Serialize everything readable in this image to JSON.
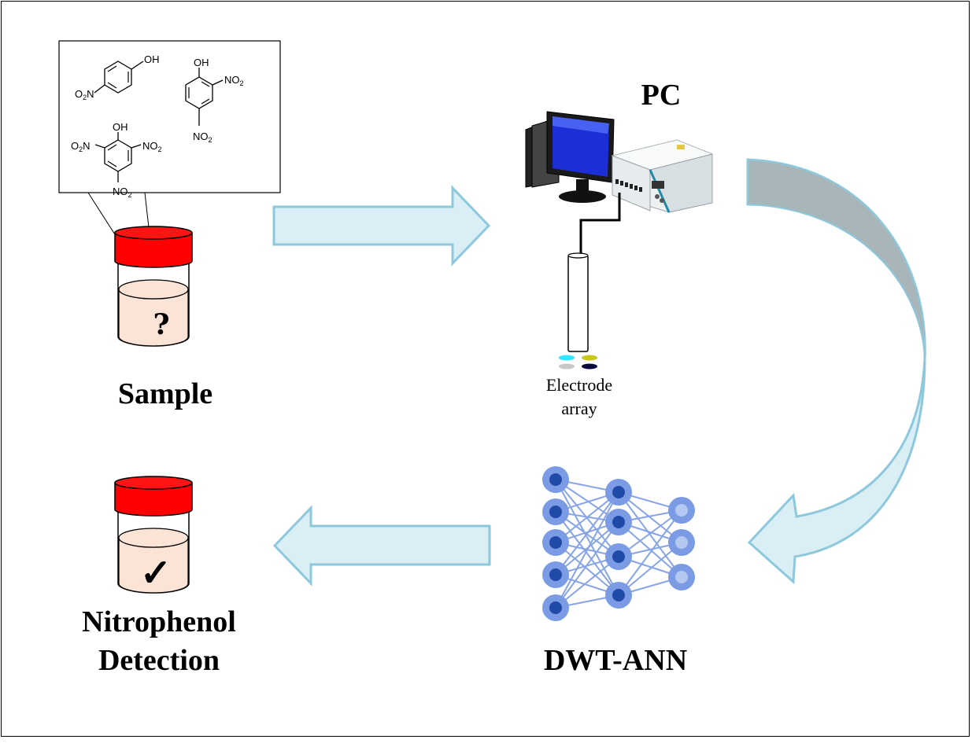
{
  "labels": {
    "sample": "Sample",
    "pc": "PC",
    "electrode_line1": "Electrode",
    "electrode_line2": "array",
    "dwt_ann": "DWT-ANN",
    "detection_line1": "Nitrophenol",
    "detection_line2": "Detection",
    "unknown_mark": "?",
    "check_mark": "✓"
  },
  "chemicals": {
    "oh": "OH",
    "o2n_prefix": "O",
    "o2n_sub": "2",
    "o2n_suffix": "N",
    "no2_prefix": "NO",
    "no2_sub": "2"
  },
  "colors": {
    "arrow_fill": "#daeef5",
    "arrow_stroke": "#8ec8dc",
    "cap_red": "#ff0000",
    "liquid": "#fbe4d5",
    "neuron_fill": "#7b9be4",
    "neuron_core": "#1f4aa8",
    "neuron_output_core": "#b4c8f2",
    "electrode_dots": [
      "#33e6ff",
      "#c8c81e",
      "#c8c8c8",
      "#0a0a3c"
    ]
  }
}
